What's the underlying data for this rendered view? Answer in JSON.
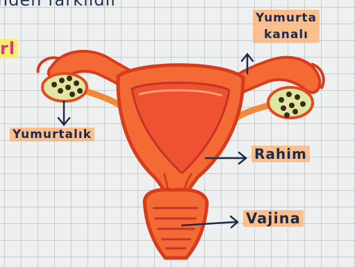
{
  "header_fragment": "nden farklıdır",
  "side_fragment": "rl",
  "labels": {
    "fallopian_line1": "Yumurta",
    "fallopian_line2": "kanalı",
    "ovary": "Yumurtalık",
    "uterus": "Rahim",
    "vagina": "Vajina"
  },
  "colors": {
    "outline": "#d63c1c",
    "organ_fill": "#f36a35",
    "organ_inner": "#ef5231",
    "ovary_fill": "#dfe6a0",
    "ink": "#1d2a4a",
    "highlight_orange": "#ffb06c",
    "highlight_yellow": "#ffeb5a"
  }
}
